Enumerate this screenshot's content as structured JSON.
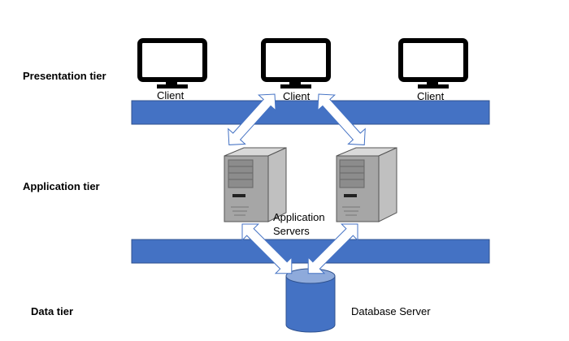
{
  "tiers": {
    "presentation": "Presentation tier",
    "application": "Application tier",
    "data": "Data tier"
  },
  "clients": [
    {
      "label": "Client"
    },
    {
      "label": "Client"
    },
    {
      "label": "Client"
    }
  ],
  "app_servers_label_line1": "Application",
  "app_servers_label_line2": "Servers",
  "database_label": "Database Server",
  "colors": {
    "network_bar": "#4472c4",
    "bar_border": "#2f528f",
    "arrow_fill": "#ffffff",
    "arrow_stroke": "#4472c4",
    "db_top": "#8eaadb",
    "monitor": "#000000",
    "server_front": "#a6a6a6",
    "server_side": "#c8c8c8"
  }
}
